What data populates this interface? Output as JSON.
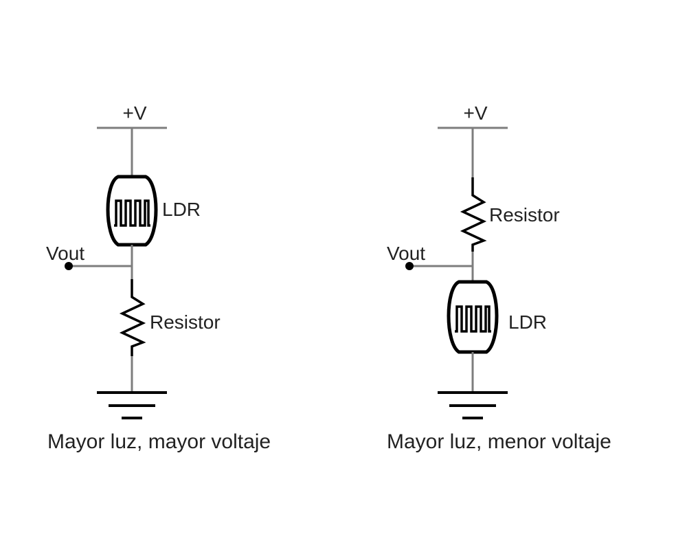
{
  "circuits": [
    {
      "supply_label": "+V",
      "top_component_label": "LDR",
      "bottom_component_label": "Resistor",
      "output_label": "Vout",
      "caption": "Mayor luz, mayor voltaje"
    },
    {
      "supply_label": "+V",
      "top_component_label": "Resistor",
      "bottom_component_label": "LDR",
      "output_label": "Vout",
      "caption": "Mayor luz, menor voltaje"
    }
  ]
}
